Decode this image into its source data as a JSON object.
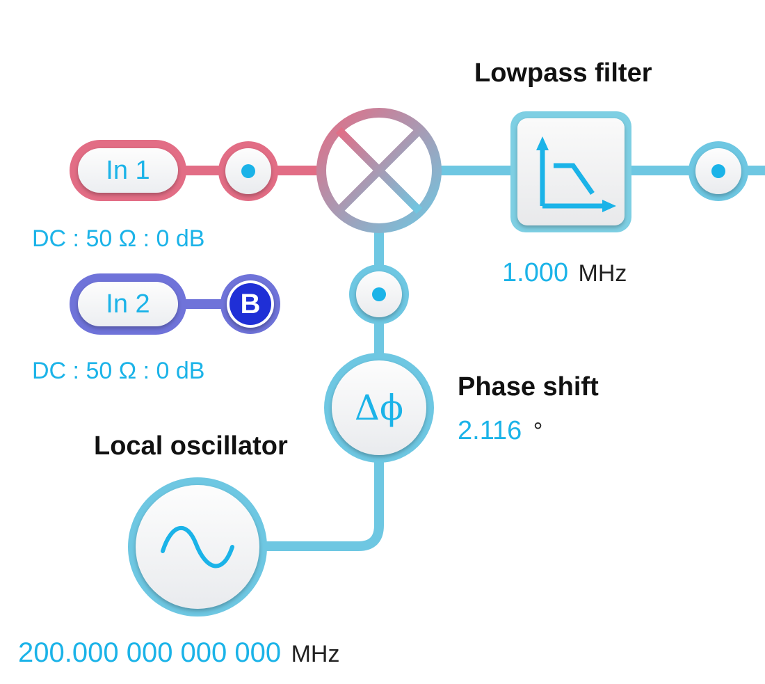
{
  "colors": {
    "wire_red": "#e26d85",
    "wire_cyan": "#6ec7e2",
    "wire_blue": "#6f73d9",
    "accent_text": "#1bb3e8",
    "badge_fill": "#1f2fd6"
  },
  "inputs": [
    {
      "label": "In 1",
      "settings": "DC : 50 Ω : 0 dB"
    },
    {
      "label": "In 2",
      "settings": "DC : 50 Ω : 0 dB",
      "badge": "B"
    }
  ],
  "mixer": {
    "icon": "mixer-cross-icon"
  },
  "lowpass": {
    "title": "Lowpass filter",
    "value": "1.000",
    "unit": "MHz",
    "icon": "lowpass-response-icon"
  },
  "phase_shift": {
    "title": "Phase shift",
    "value": "2.116",
    "unit": "°",
    "symbol": "Δϕ"
  },
  "oscillator": {
    "title": "Local oscillator",
    "value": "200.000 000 000 000",
    "unit": "MHz",
    "icon": "sine-wave-icon"
  }
}
